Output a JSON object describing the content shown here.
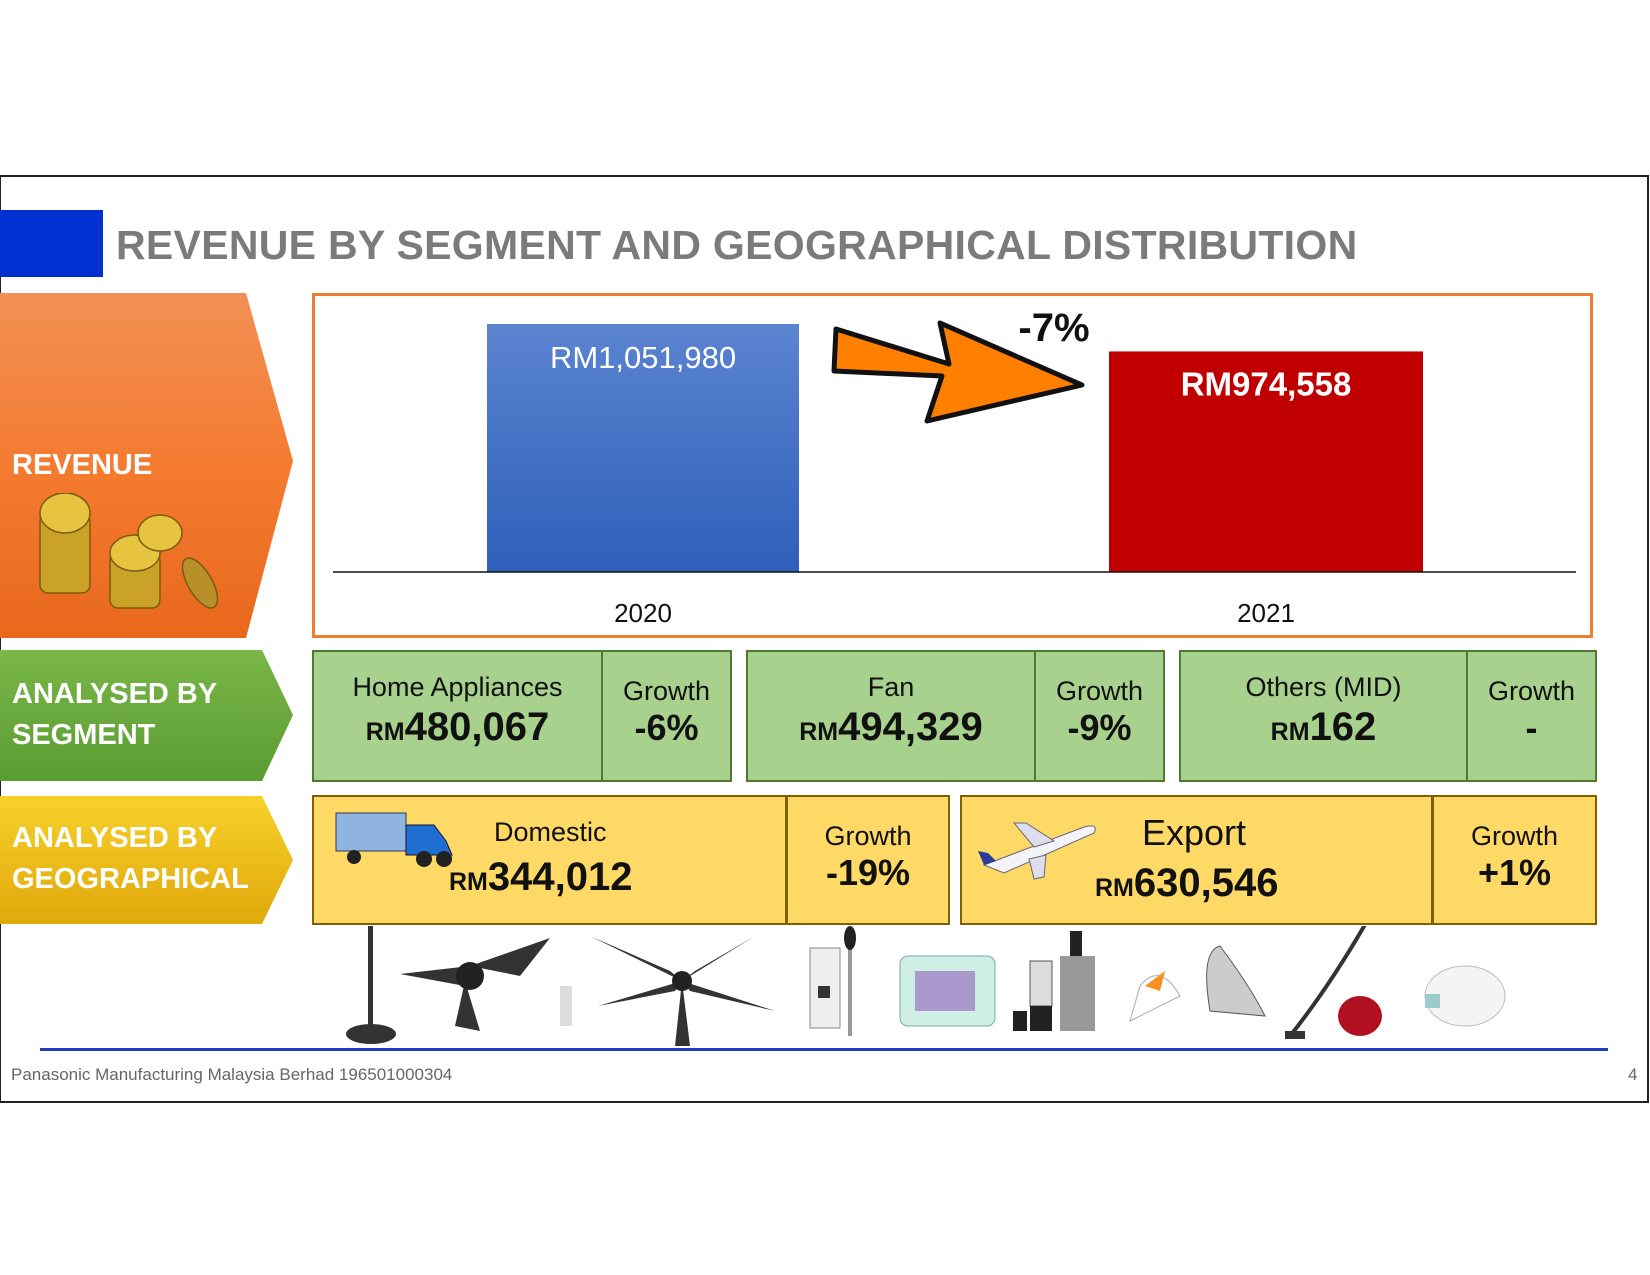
{
  "title": "REVENUE BY SEGMENT AND GEOGRAPHICAL DISTRIBUTION",
  "sections": {
    "revenue": "REVENUE",
    "segment": [
      "ANALYSED BY",
      "SEGMENT"
    ],
    "geographical": [
      "ANALYSED BY",
      "GEOGRAPHICAL"
    ]
  },
  "chart_data": {
    "type": "bar",
    "categories": [
      "2020",
      "2021"
    ],
    "values": [
      1051980,
      974558
    ],
    "data_labels": [
      "RM1,051,980",
      "RM974,558"
    ],
    "colors": [
      "#4472c4",
      "#c00000"
    ],
    "annotation": "-7%",
    "title": "",
    "xlabel": "",
    "ylabel": "",
    "ylim": [
      0,
      1051980
    ]
  },
  "segments": [
    {
      "name": "Home Appliances",
      "rm": "RM",
      "value": "480,067",
      "growth_label": "Growth",
      "growth": "-6%"
    },
    {
      "name": "Fan",
      "rm": "RM",
      "value": "494,329",
      "growth_label": "Growth",
      "growth": "-9%"
    },
    {
      "name": "Others (MID)",
      "rm": "RM",
      "value": "162",
      "growth_label": "Growth",
      "growth": "-"
    }
  ],
  "geographical": [
    {
      "name": "Domestic",
      "rm": "RM",
      "value": "344,012",
      "growth_label": "Growth",
      "growth": "-19%"
    },
    {
      "name": "Export",
      "rm": "RM",
      "value": "630,546",
      "growth_label": "Growth",
      "growth": "+1%"
    }
  ],
  "footer": "Panasonic Manufacturing Malaysia Berhad 196501000304",
  "page_number": "4"
}
